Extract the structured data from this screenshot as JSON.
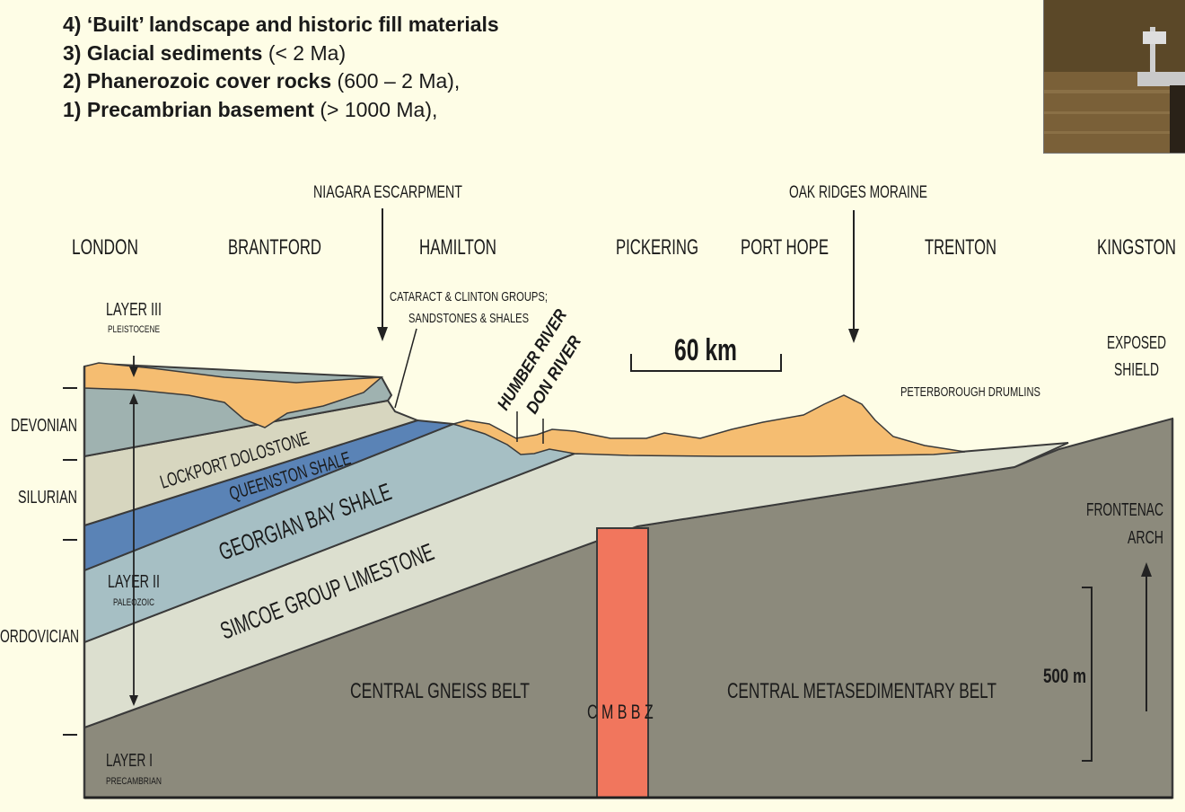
{
  "legend": [
    {
      "num": "4)",
      "bold": "‘Built’ landscape and historic fill materials",
      "rest": ""
    },
    {
      "num": "3)",
      "bold": "Glacial sediments",
      "rest": "(< 2 Ma)"
    },
    {
      "num": "2)",
      "bold": "Phanerozoic cover rocks",
      "rest": "(600 – 2 Ma),"
    },
    {
      "num": "1)",
      "bold": "Precambrian basement",
      "rest": "(> 1000 Ma),"
    }
  ],
  "towns": {
    "london": "LONDON",
    "brantford": "BRANTFORD",
    "hamilton": "HAMILTON",
    "pickering": "PICKERING",
    "port_hope": "PORT HOPE",
    "trenton": "TRENTON",
    "kingston": "KINGSTON"
  },
  "features": {
    "niagara": "NIAGARA ESCARPMENT",
    "oak_ridges": "OAK RIDGES MORAINE",
    "cataract_1": "CATARACT & CLINTON GROUPS;",
    "cataract_2": "SANDSTONES & SHALES",
    "humber": "HUMBER RIVER",
    "don": "DON RIVER",
    "drumlins": "PETERBOROUGH DRUMLINS",
    "exposed_1": "EXPOSED",
    "exposed_2": "SHIELD",
    "frontenac_1": "FRONTENAC",
    "frontenac_2": "ARCH"
  },
  "scale": {
    "horizontal": "60 km",
    "vertical": "500 m"
  },
  "periods": {
    "devonian": "DEVONIAN",
    "silurian": "SILURIAN",
    "ordovician": "ORDOVICIAN"
  },
  "layers": {
    "l3": "LAYER III",
    "l3_sub": "PLEISTOCENE",
    "l2": "LAYER II",
    "l2_sub": "PALEOZOIC",
    "l1": "LAYER I",
    "l1_sub": "PRECAMBRIAN"
  },
  "units": {
    "lockport": "LOCKPORT DOLOSTONE",
    "queenston": "QUEENSTON SHALE",
    "georgian": "GEORGIAN BAY SHALE",
    "simcoe": "SIMCOE GROUP LIMESTONE",
    "gneiss": "CENTRAL GNEISS BELT",
    "metased": "CENTRAL METASEDIMENTARY BELT",
    "cmbbz": "CMBBZ"
  },
  "colors": {
    "background": "#fefde6",
    "precambrian": "#8c8a7c",
    "simcoe": "#dcdfcf",
    "georgian": "#a6bfc4",
    "queenston": "#5a83b6",
    "lockport": "#d7d6bf",
    "devonian": "#9fb2b0",
    "glacial": "#f5bd71",
    "cmbbz": "#f1765d"
  }
}
